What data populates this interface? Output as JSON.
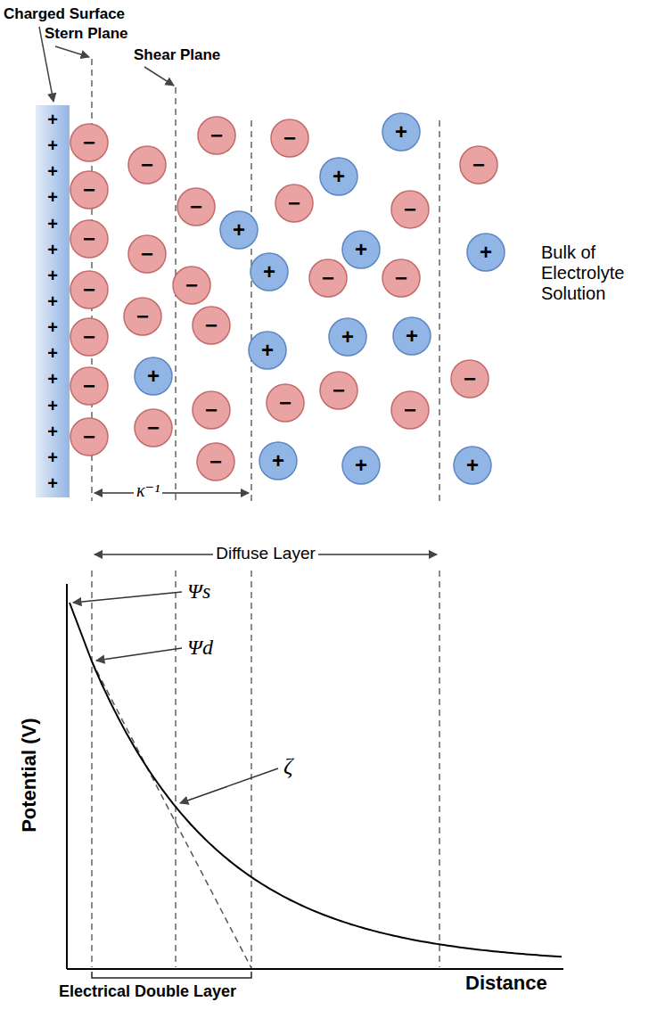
{
  "diagram": {
    "nodes": [
      {
        "text": [
          "+",
          "+",
          "+",
          "+",
          "+",
          "+",
          "+",
          "+",
          "+",
          "+",
          "+",
          "+",
          "+",
          "+",
          "+"
        ]
      },
      {
        "text": [
          "+"
        ]
      },
      {
        "text": [
          "−"
        ]
      },
      {
        "text": [
          "−"
        ]
      },
      {
        "text": [
          "−"
        ]
      },
      {
        "text": [
          "−"
        ]
      },
      {
        "text": [
          "−"
        ]
      },
      {
        "text": [
          "+"
        ]
      },
      {
        "text": [
          "−"
        ]
      },
      {
        "text": [
          "−"
        ]
      },
      {
        "text": [
          "−"
        ]
      },
      {
        "text": [
          "−"
        ]
      },
      {
        "text": [
          "+"
        ]
      },
      {
        "text": [
          "−"
        ]
      },
      {
        "text": [
          "+"
        ]
      },
      {
        "text": [
          "+"
        ]
      },
      {
        "text": [
          "−"
        ]
      },
      {
        "text": [
          "+"
        ]
      },
      {
        "text": [
          "−"
        ]
      },
      {
        "text": [
          "−"
        ]
      },
      {
        "text": [
          "−"
        ]
      },
      {
        "text": [
          "−"
        ]
      },
      {
        "text": [
          "−"
        ]
      },
      {
        "text": [
          "−"
        ]
      },
      {
        "text": [
          "+"
        ]
      },
      {
        "text": [
          "+"
        ]
      },
      {
        "text": [
          "−"
        ]
      },
      {
        "text": [
          "+"
        ]
      },
      {
        "text": [
          "+"
        ]
      },
      {
        "text": [
          "−"
        ]
      },
      {
        "text": [
          "−"
        ]
      },
      {
        "text": [
          "−"
        ]
      },
      {
        "text": [
          "−"
        ]
      },
      {
        "text": [
          "−"
        ]
      },
      {
        "text": [
          "−"
        ]
      },
      {
        "text": [
          "−"
        ]
      },
      {
        "text": [
          "−"
        ]
      },
      {
        "text": [
          "−"
        ]
      },
      {
        "text": [
          "+"
        ]
      },
      {
        "text": [
          "+"
        ]
      },
      {
        "text": [
          "+"
        ]
      }
    ],
    "labels": [
      "Charged Surface",
      "Stern Plane",
      "Shear Plane",
      "Bulk of Electrolyte Solution",
      "κ⁻¹",
      "Diffuse Layer",
      "Ψs",
      "Ψd",
      "ζ",
      "Potential (V)",
      "Electrical Double Layer",
      "Distance"
    ]
  }
}
